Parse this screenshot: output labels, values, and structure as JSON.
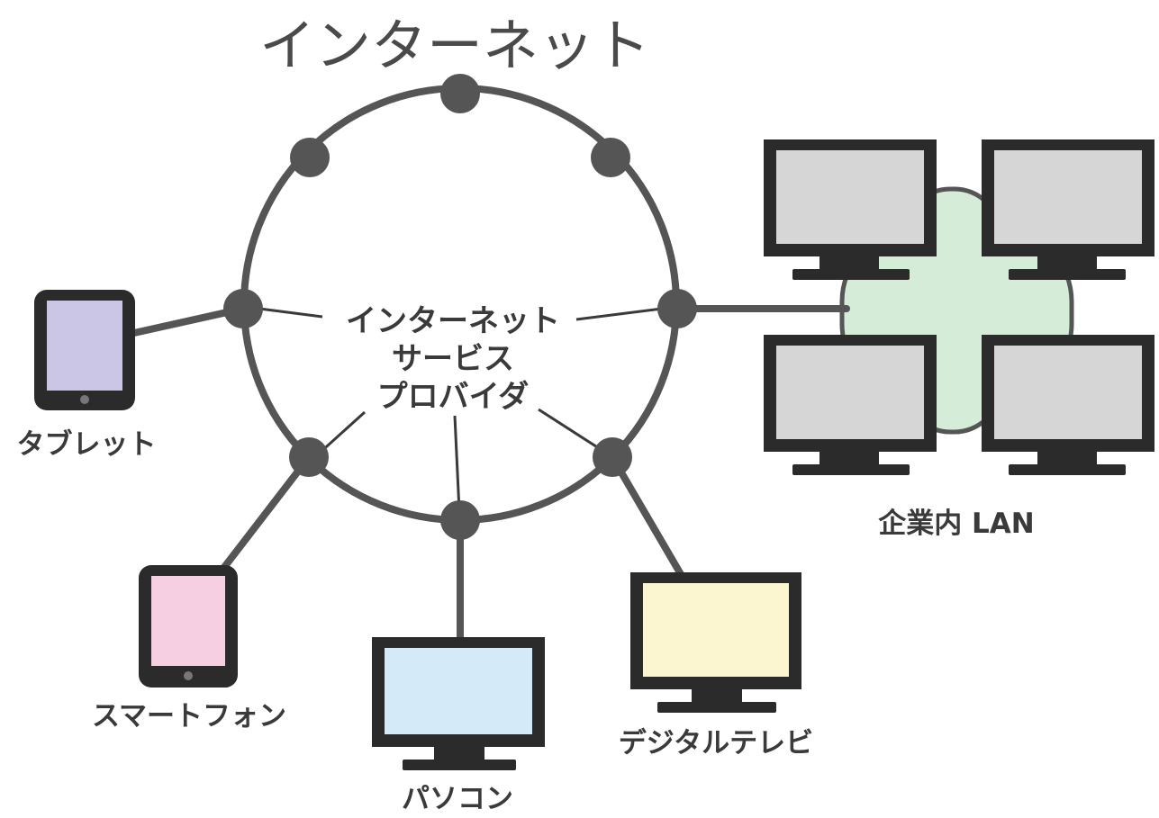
{
  "title": "インターネット",
  "isp": {
    "line1": "インターネット",
    "line2": "サービス",
    "line3": "プロバイダ"
  },
  "devices": {
    "tablet": "タブレット",
    "smartphone": "スマートフォン",
    "pc": "パソコン",
    "digital_tv": "デジタルテレビ",
    "corporate_lan": "企業内 LAN"
  },
  "colors": {
    "line": "#555555",
    "frame": "#2b2b2b",
    "screen_gray": "#d6d6d6",
    "tablet_screen": "#cbc6e6",
    "smartphone_screen": "#f6d0e2",
    "pc_screen": "#d4eaf8",
    "tv_screen": "#fbf6cf",
    "lan_cloud": "#d5ecd9"
  }
}
